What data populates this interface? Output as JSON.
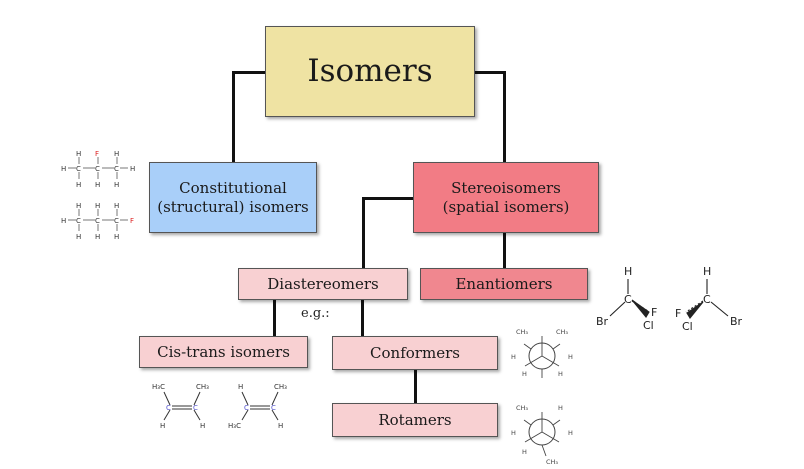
{
  "colors": {
    "root": "#efe3a3",
    "constitutional": "#a9cff9",
    "stereo": "#f27c85",
    "enantiomers": "#f0878f",
    "diastereo": "#f8d0d2",
    "connector": "#111111"
  },
  "nodes": {
    "isomers": "Isomers",
    "constitutional_line1": "Constitutional",
    "constitutional_line2": "(structural) isomers",
    "stereo_line1": "Stereoisomers",
    "stereo_line2": "(spatial isomers)",
    "enantiomers": "Enantiomers",
    "diastereomers": "Diastereomers",
    "cis_trans": "Cis-trans isomers",
    "conformers": "Conformers",
    "rotamers": "Rotamers"
  },
  "example_note": "e.g.:",
  "atoms": {
    "H": "H",
    "C": "C",
    "F": "F",
    "Cl": "Cl",
    "Br": "Br",
    "CH3": "CH₃",
    "H3C": "H₃C"
  },
  "icons": [
    "constitutional-molecule-structure-1",
    "constitutional-molecule-structure-2",
    "enantiomer-molecule-1",
    "enantiomer-molecule-2",
    "cis-alkene-structure",
    "trans-alkene-structure",
    "newman-projection-conformer",
    "newman-projection-rotamer"
  ]
}
